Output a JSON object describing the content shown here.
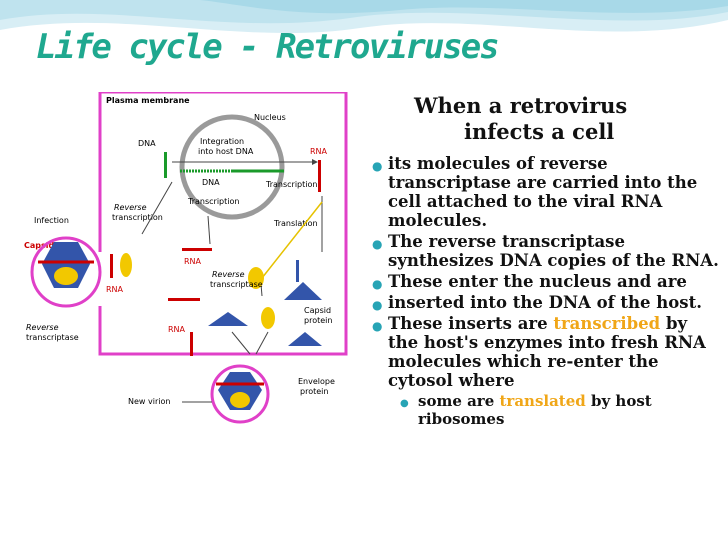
{
  "title": "Life cycle - Retroviruses",
  "diagram": {
    "labels": {
      "plasma_membrane": "Plasma membrane",
      "nucleus": "Nucleus",
      "dna": "DNA",
      "integration_1": "Integration",
      "integration_2": "into host DNA",
      "rna_nucleus": "RNA",
      "dna_inner": "DNA",
      "transcription_inner": "Transcription",
      "transcription_lower": "Transcription",
      "translation": "Translation",
      "reverse_transcription_1": "Reverse",
      "reverse_transcription_2": "transcription",
      "infection": "Infection",
      "capsid": "Capsid",
      "rna_infection": "RNA",
      "rna_middle": "RNA",
      "reverse_transcriptase_mid_1": "Reverse",
      "reverse_transcriptase_mid_2": "transcriptase",
      "capsid_protein_1": "Capsid",
      "capsid_protein_2": "protein",
      "reverse_transcriptase_left_1": "Reverse",
      "reverse_transcriptase_left_2": "transcriptase",
      "rna_lower": "RNA",
      "envelope_protein_1": "Envelope",
      "envelope_protein_2": "protein",
      "new_virion": "New virion"
    }
  },
  "heading": {
    "line1": "When a retrovirus",
    "line2": "infects a cell"
  },
  "bullets": [
    {
      "text": "its molecules of reverse transcriptase are carried into the cell attached to the viral RNA molecules."
    },
    {
      "text": "The reverse transcriptase synthesizes DNA copies of the RNA."
    },
    {
      "text": "These enter the nucleus and are"
    },
    {
      "text": "inserted into the DNA of the host."
    },
    {
      "pre": "These inserts are ",
      "highlight": "transcribed",
      "post": " by the host's enzymes into fresh RNA molecules which re-enter the cytosol where"
    }
  ],
  "sub_bullet": {
    "pre": "some are ",
    "highlight": "translated",
    "post": " by host ribosomes"
  },
  "colors": {
    "title": "#1fa88f",
    "highlight": "#f0a617",
    "bullet": "#27a4b5",
    "membrane": "#e040c8"
  }
}
